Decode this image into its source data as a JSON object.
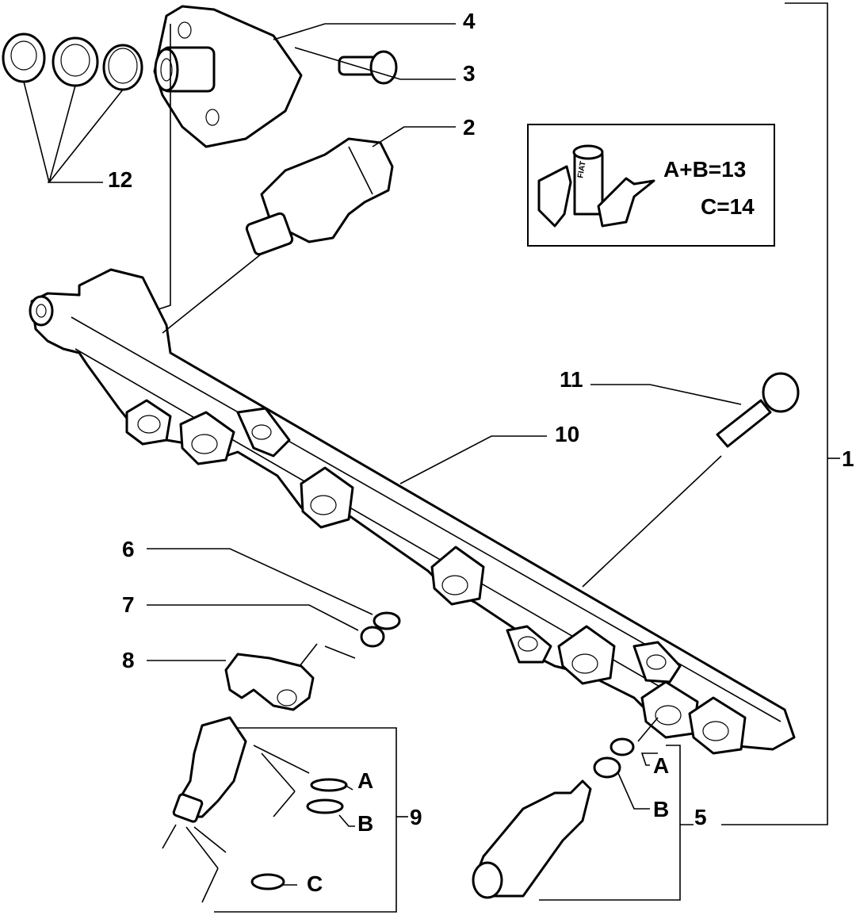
{
  "callouts": {
    "p1": "1",
    "p2": "2",
    "p3": "3",
    "p4": "4",
    "p5": "5",
    "p6": "6",
    "p7": "7",
    "p8": "8",
    "p9": "9",
    "p10": "10",
    "p11": "11",
    "p12": "12"
  },
  "sublabels": {
    "a_left": "A",
    "b_left": "B",
    "c_left": "C",
    "a_right": "A",
    "b_right": "B"
  },
  "legend": {
    "line1": "A+B=13",
    "line2": "C=14",
    "logo_text": "FIAT"
  }
}
